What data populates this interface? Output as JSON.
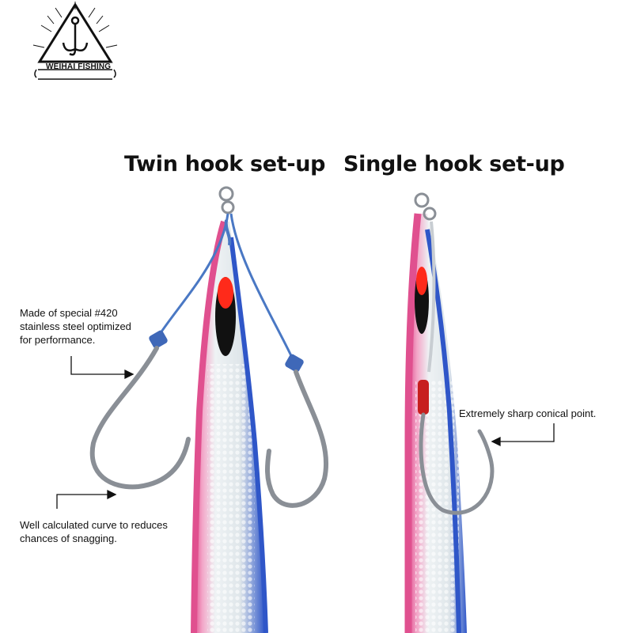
{
  "brand": {
    "name": "WEIHAI FISHING",
    "logo_icon": "treble-hook-triangle-icon"
  },
  "headings": {
    "twin": "Twin hook set-up",
    "single": "Single hook set-up"
  },
  "callouts": {
    "material": "Made of special #420\nstainless steel optimized\nfor performance.",
    "curve": "Well calculated curve to reduces\nchances of snagging.",
    "point": "Extremely sharp conical point."
  },
  "colors": {
    "lure_pink": "#e0508f",
    "lure_blue": "#2f56c8",
    "eye_red": "#ff2a1a",
    "assist_line": "#4a78c4",
    "hook_steel": "#8a8f96"
  }
}
